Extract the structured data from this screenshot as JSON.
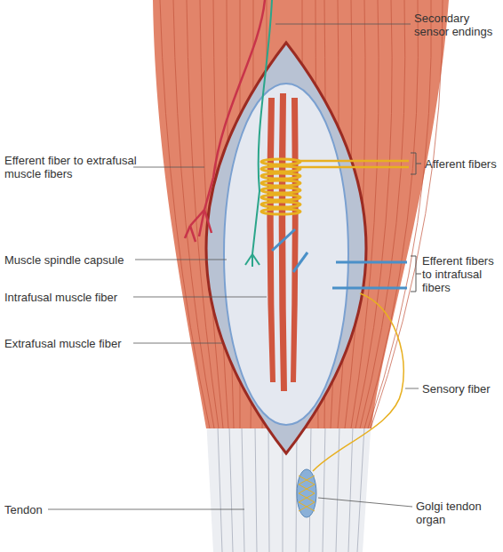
{
  "diagram": {
    "labels": [
      "Secondary sensor endings",
      "Efferent fiber to extrafusal muscle fibers",
      "Afferent fibers",
      "Muscle spindle capsule",
      "Intrafusal muscle fiber",
      "Efferent fibers to intrafusal fibers",
      "Extrafusal muscle fiber",
      "Sensory fiber",
      "Tendon",
      "Golgi tendon organ"
    ]
  }
}
